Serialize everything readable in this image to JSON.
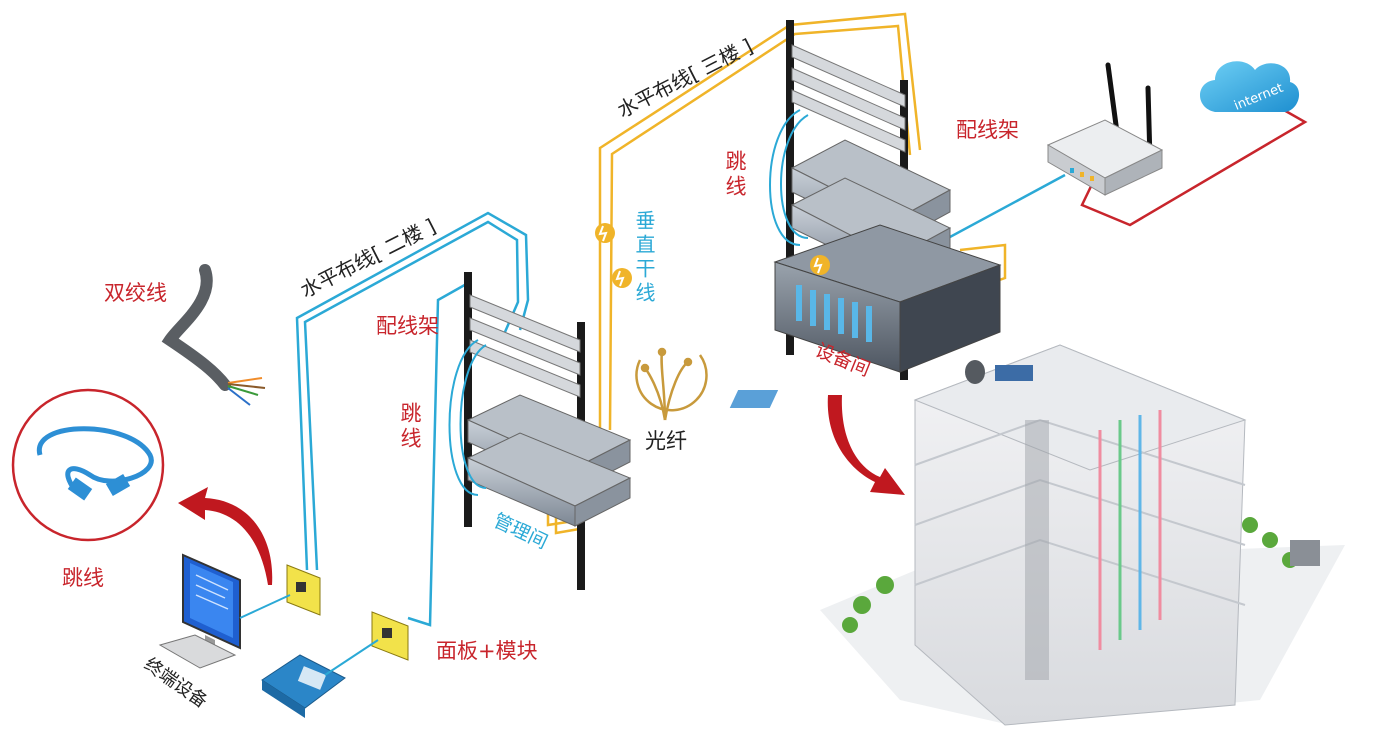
{
  "labels": {
    "twisted_pair": "双绞线",
    "patch_cord_left": "跳线",
    "terminal_device": "终端设备",
    "faceplate_module": "面板+模块",
    "horizontal_2f": "水平布线[ 二楼 ]",
    "horizontal_3f": "水平布线[ 三楼 ]",
    "patch_panel_2f": "配线架",
    "patch_cord_2f": "跳线",
    "mgmt_room": "管理间",
    "vertical_trunk": "垂直干线",
    "fiber": "光纤",
    "patch_cord_3f": "跳线",
    "patch_panel_3f": "配线架",
    "equipment_room": "设备间",
    "internet": "internet"
  },
  "colors": {
    "cable_blue": "#2ba9d6",
    "cable_gold": "#f0b429",
    "label_red": "#c8252c",
    "internet_red": "#c8252c",
    "rack_black": "#1a1a1a",
    "arrow_red": "#c0181f"
  },
  "icons": [
    "twisted-pair-cable-icon",
    "patch-cord-icon",
    "monitor-icon",
    "keyboard-icon",
    "ip-phone-icon",
    "wall-outlet-icon",
    "rack-icon",
    "switch-icon",
    "server-icon",
    "router-icon",
    "cloud-icon",
    "fiber-icon",
    "building-icon"
  ]
}
